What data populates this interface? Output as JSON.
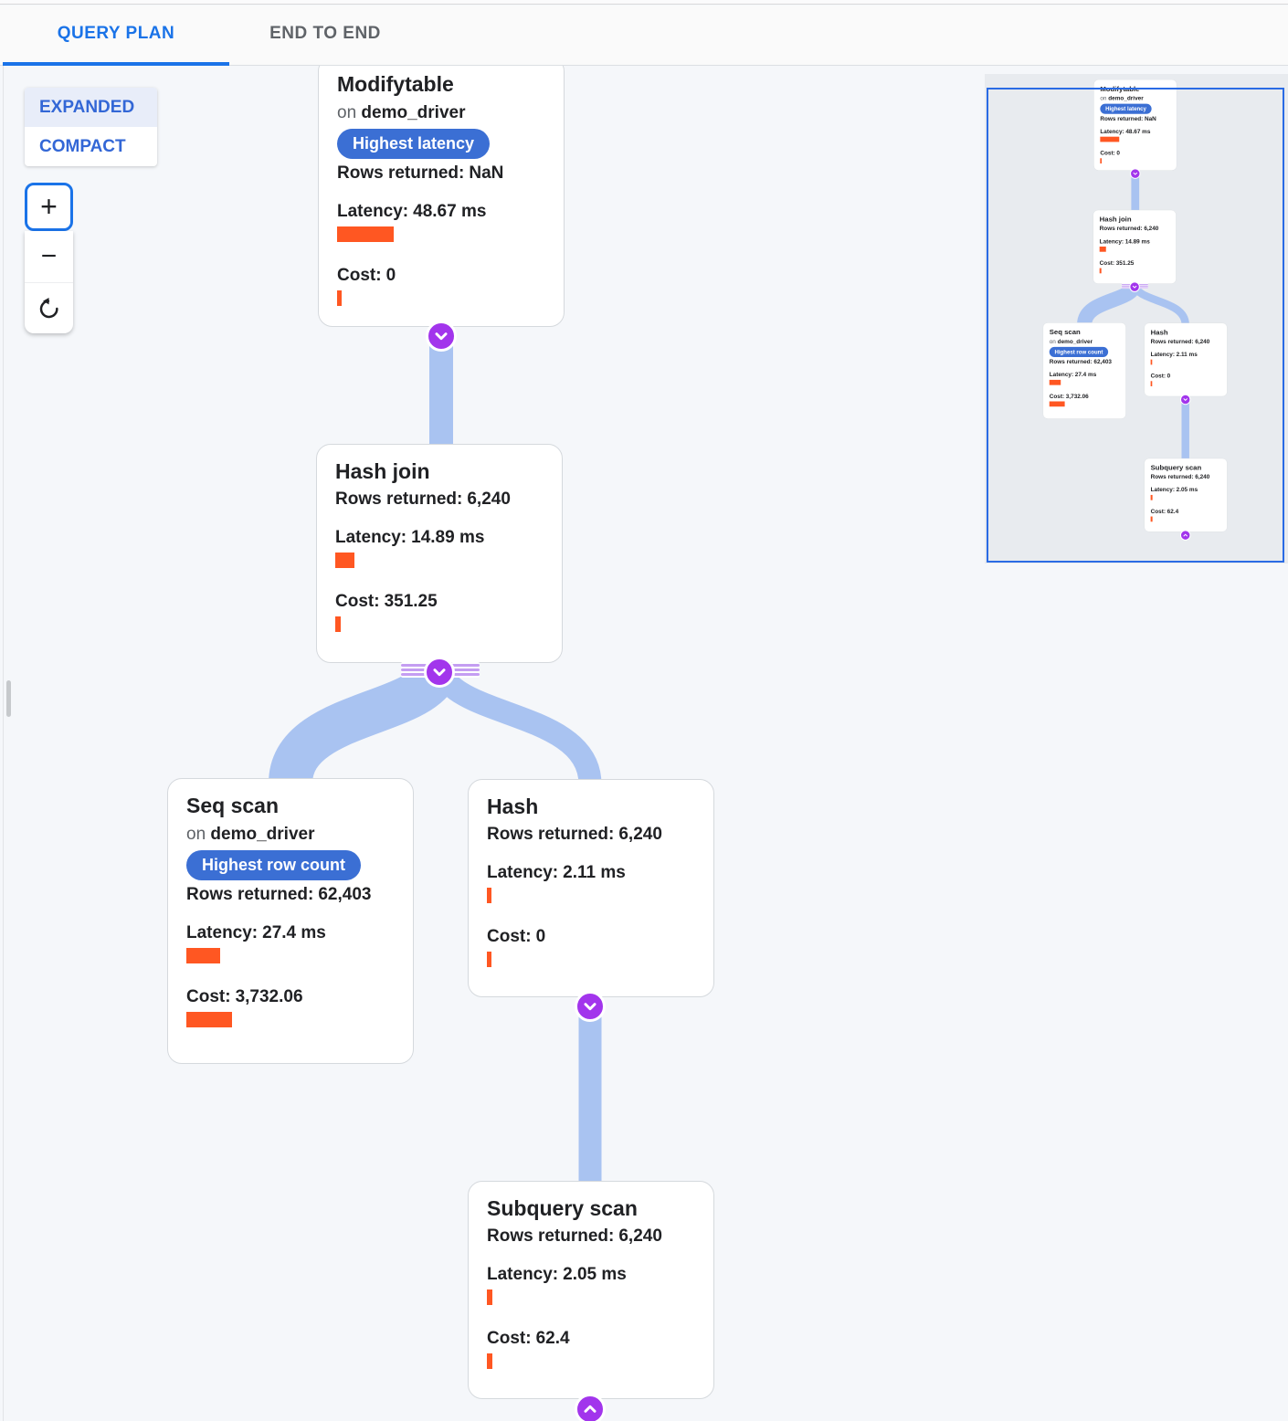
{
  "tabs": [
    {
      "label": "QUERY PLAN",
      "active": true
    },
    {
      "label": "END TO END",
      "active": false
    }
  ],
  "view_modes": {
    "expanded": "EXPANDED",
    "compact": "COMPACT"
  },
  "zoom_controls": {
    "zoom_in": "+",
    "zoom_out": "−"
  },
  "labels": {
    "on": "on",
    "rows": "Rows returned:",
    "latency": "Latency:",
    "cost": "Cost:"
  },
  "nodes": [
    {
      "title": "Modifytable",
      "table": "demo_driver",
      "badge": "Highest latency",
      "rows": "NaN",
      "latency": "48.67 ms",
      "cost": "0"
    },
    {
      "title": "Hash join",
      "rows": "6,240",
      "latency": "14.89 ms",
      "cost": "351.25"
    },
    {
      "title": "Seq scan",
      "table": "demo_driver",
      "badge": "Highest row count",
      "rows": "62,403",
      "latency": "27.4 ms",
      "cost": "3,732.06"
    },
    {
      "title": "Hash",
      "rows": "6,240",
      "latency": "2.11 ms",
      "cost": "0"
    },
    {
      "title": "Subquery scan",
      "rows": "6,240",
      "latency": "2.05 ms",
      "cost": "62.4"
    }
  ],
  "colors": {
    "accent_blue": "#1a73e8",
    "badge_blue": "#3b6fd4",
    "bar_orange": "#ff5722",
    "edge_blue": "#a9c3f1",
    "connector_purple": "#a235ec",
    "minimap_viewport_border": "#2a6be4"
  }
}
